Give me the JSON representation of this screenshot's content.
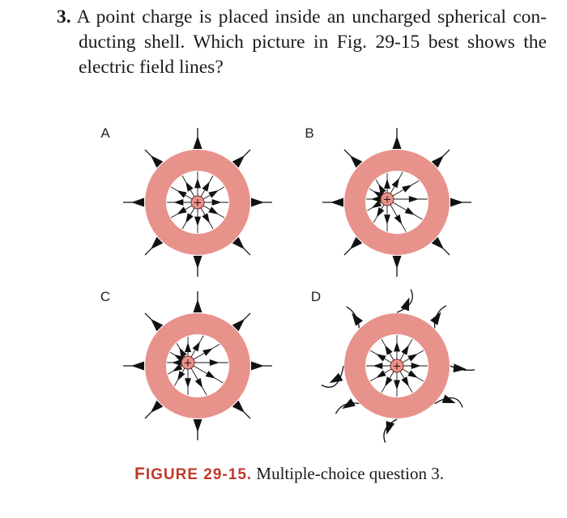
{
  "question": {
    "number": "3.",
    "line1": "A point charge is placed inside an uncharged spherical con-",
    "line2": "ducting shell. Which picture in Fig. 29-15 best shows the",
    "line3": "electric field lines?"
  },
  "figure": {
    "panels": [
      {
        "label": "A",
        "charge_symbol": "+",
        "inner": "centered",
        "outer": "uniform"
      },
      {
        "label": "B",
        "charge_symbol": "+",
        "inner": "offset",
        "outer": "uniform"
      },
      {
        "label": "C",
        "charge_symbol": "+",
        "inner": "offset",
        "outer": "uniform"
      },
      {
        "label": "D",
        "charge_symbol": "+",
        "inner": "centered",
        "outer": "distorted"
      }
    ],
    "colors": {
      "shell": "#e8928c",
      "charge": "#e8928c",
      "lines": "#111111"
    }
  },
  "caption": {
    "label_first": "F",
    "label_rest": "IGURE",
    "number": "29-15.",
    "text": "Multiple-choice question 3."
  }
}
